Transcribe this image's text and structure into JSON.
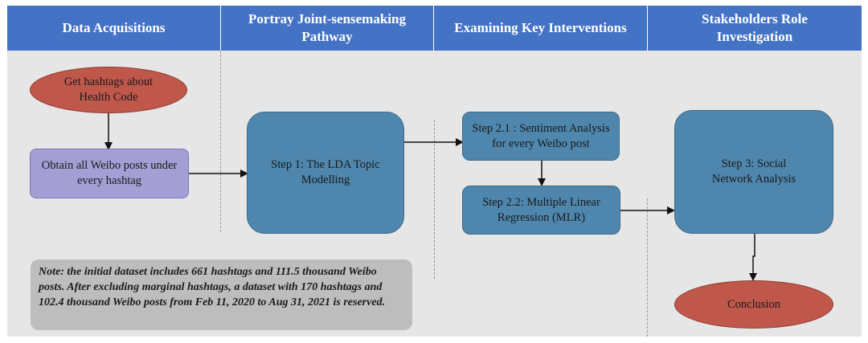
{
  "headers": {
    "data_acquisitions": "Data Acquisitions",
    "portray": "Portray Joint-sensemaking Pathway",
    "examining": "Examining Key Interventions",
    "stakeholders": "Stakeholders Role Investigation"
  },
  "nodes": {
    "get_hashtags": "Get hashtags about Health Code",
    "obtain_posts": "Obtain all Weibo posts under every hashtag",
    "step1": "Step 1: The LDA Topic Modelling",
    "step2_1": "Step 2.1 : Sentiment Analysis for every Weibo post",
    "step2_2": "Step 2.2: Multiple Linear Regression (MLR)",
    "step3": "Step 3: Social Network Analysis",
    "conclusion": "Conclusion"
  },
  "note": "Note: the initial dataset includes 661 hashtags and 111.5 thousand Weibo posts. After excluding marginal hashtags, a dataset with 170 hashtags and 102.4 thousand Weibo posts from Feb 11, 2020 to Aug 31, 2021 is reserved.",
  "colors": {
    "header": "#4472c4",
    "ellipse": "#c0574b",
    "purple_box": "#a39ed3",
    "blue_box": "#4e86ad",
    "note_box": "#bdbdbd",
    "background": "#e6e6e6"
  }
}
